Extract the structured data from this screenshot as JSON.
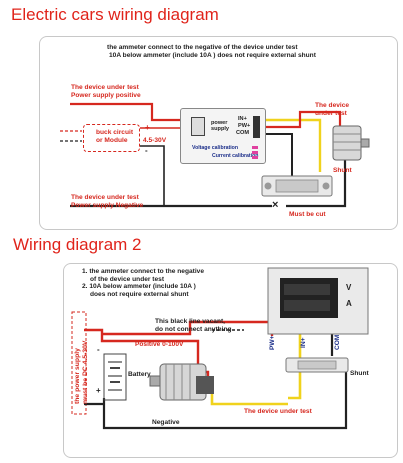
{
  "diagram1": {
    "title": "Electric cars wiring diagram",
    "note_line1": "the ammeter connect to the negative of the device under test",
    "note_line2": "10A below ammeter (include 10A ) does not require external shunt",
    "pos_label_line1": "The device under test",
    "pos_label_line2": "Power supply positive",
    "neg_label_line1": "The device under test",
    "neg_label_line2": "Power supply Negative",
    "buck_line1": "buck circuit",
    "buck_line2": "or Module",
    "voltage_range": "4.5-30V",
    "power_supply_line1": "power",
    "power_supply_line2": "supply",
    "terminals": [
      "IN+",
      "PW+",
      "COM"
    ],
    "voltage_calibration": "Voltage calibration",
    "current_calibration": "Current calibration",
    "device_label_line1": "The device",
    "device_label_line2": "under test",
    "shunt": "Shunt",
    "must_be_cut": "Must be cut",
    "plus_sign": "+",
    "minus_sign": "-",
    "cut_mark": "×"
  },
  "diagram2": {
    "title": "Wiring diagram 2",
    "note_line1": "1. the ammeter connect to the negative",
    "note_line2": "of the device under test",
    "note_line3": "2. 10A below ammeter (include 10A )",
    "note_line4": "does not require external shunt",
    "vacant_line1": "This black line vacant,",
    "vacant_line2": "do not connect anything",
    "positive": "Positive 0-100V",
    "battery": "Battery",
    "negative": "Negative",
    "power_supply_line1": "the power supply",
    "power_supply_line2": "must be DC 4.5-30V",
    "pw_label": "PW+",
    "in_label": "IN+",
    "com_label": "COM",
    "meter_v": "V",
    "meter_a": "A",
    "shunt": "Shunt",
    "device_under_test": "The device under test",
    "minus_sign": "-",
    "plus_sign": "+"
  }
}
